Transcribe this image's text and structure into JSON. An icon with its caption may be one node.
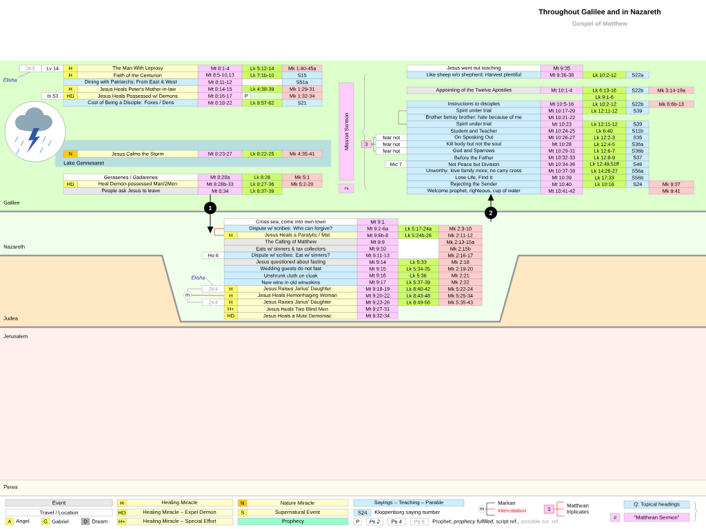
{
  "diagram": {
    "title": "Throughout Galilee and in Nazareth",
    "nodes": [
      {
        "text": [
          "Galilee"
        ]
      },
      {
        "text": [
          "Elisha"
        ],
        "in": 0
      },
      {
        "text": [
          "2K5"
        ],
        "in": 0
      },
      {
        "text": [
          "Lake Gennesaret"
        ],
        "in": 0
      },
      {
        "text": [
          "Mission Sermon"
        ],
        "in": 0
      },
      {
        "text": [
          "2"
        ],
        "in": 0
      },
      {
        "text": [
          "Spirit under trial"
        ],
        "in": 0
      },
      {
        "text": [
          "Spirit under trial"
        ],
        "in": 0
      },
      {
        "text": [
          "3"
        ],
        "in": 0
      },
      {
        "text": [
          "fear not"
        ],
        "in": 0
      },
      {
        "text": [
          "fear not"
        ],
        "in": 0
      },
      {
        "text": [
          "fear not"
        ],
        "in": 0
      },
      {
        "text": [
          "1"
        ]
      },
      {
        "text": [
          "2"
        ]
      },
      {
        "text": [
          "Nazareth"
        ]
      },
      {
        "text": [
          "Dispute w/ scribes: Who can forgive?"
        ],
        "in": 14
      },
      {
        "text": [
          "H"
        ],
        "in": 14
      },
      {
        "text": [
          "Elisha"
        ],
        "in": 14
      },
      {
        "text": [
          "2K4"
        ],
        "in": 14
      },
      {
        "text": [
          "m"
        ],
        "in": 14
      },
      {
        "text": [
          "H"
        ],
        "in": 14
      },
      {
        "text": [
          "2K4"
        ],
        "in": 14
      },
      {
        "text": [
          "Judea"
        ]
      },
      {
        "text": [
          "Jerusalem"
        ]
      },
      {
        "text": [
          "Perea"
        ]
      },
      {
        "text": [
          "Mt 8:34"
        ],
        "in": 0
      },
      {
        "text": [
          "Welcome prophet, righteous, cup of water"
        ],
        "in": 0
      }
    ],
    "edges": [
      {
        "from": 1,
        "to": 2,
        "arrow": "none",
        "color": "#7080b0"
      },
      {
        "from": 6,
        "to": 7,
        "arrow": "none",
        "color": "#aa5577"
      },
      {
        "from": 8,
        "to": 9,
        "arrow": "none",
        "color": "#aa5577"
      },
      {
        "from": 8,
        "to": 10,
        "arrow": "none",
        "color": "#aa5577"
      },
      {
        "from": 8,
        "to": 11,
        "arrow": "none",
        "color": "#aa5577"
      },
      {
        "from": 25,
        "to": 12,
        "arrow": "none",
        "color": "#000000"
      },
      {
        "from": 12,
        "to": null,
        "arrow": "to",
        "color": "#000000"
      },
      {
        "from": 13,
        "to": 26,
        "arrow": "to",
        "color": "#000000"
      },
      {
        "from": null,
        "to": 13,
        "arrow": "none",
        "color": "#000000"
      },
      {
        "from": 15,
        "to": 16,
        "arrow": "none",
        "color": "#ff0000"
      },
      {
        "from": 17,
        "to": 18,
        "arrow": "none",
        "color": "#7080b0"
      },
      {
        "from": 19,
        "to": 18,
        "arrow": "none",
        "color": "#999999"
      },
      {
        "from": 19,
        "to": 20,
        "arrow": "none",
        "color": "#ff0000"
      },
      {
        "from": 19,
        "to": 21,
        "arrow": "none",
        "color": "#999999"
      }
    ],
    "labels": [
      "Gospel of Matthew",
      "Lv 14",
      "H",
      "The Man With Leprosy",
      "Mt 8:1-4",
      "Lk 5:12-14",
      "Mk 1:40-45a",
      "H",
      "Faith of the Centurion",
      "Mt 8:5-10,13",
      "Lk 7:1b-10",
      "S15",
      "Dining with Patriarchs; From East & West",
      "Mt 8:11-12",
      "S51a",
      "H",
      "Jesus Heals Peter's Mother-in-law",
      "Mt 8:14-15",
      "Lk 4:38-39",
      "Mk 1:29-31",
      "Is 53",
      "HD",
      "Jesus Heals Possessed w/ Demons",
      "Mt 8:16-17",
      "P",
      "Mk 1:32-34",
      "Cost of Being a Disciple: Foxes / Dens",
      "Mt 8:18-22",
      "Lk 9:57-62",
      "S21",
      "N",
      "Jesus Calms the Storm",
      "Mt 8:23-27",
      "Lk 8:22-25",
      "Mk 4:35-41",
      "Gerasenes / Gadarenes",
      "Mt 8:28a",
      "Lk 8:26",
      "Mk 5:1",
      "HD",
      "Heal Demon-possessed Man/2Men",
      "Mt 8:28b-33",
      "Lk 8:27-36",
      "Mk 5:2-20",
      "People ask Jesus to leave",
      "Lk 8:37-39",
      "Jesus went out teaching",
      "Mt 9:35",
      "Like sheep w/o shepherd; Harvest plentiful",
      "Mt 9:36-38",
      "Lk 10:2-12",
      "S22a",
      "Appointing of the Twelve Apostles",
      "Mt 10:1-4",
      "Lk 6:13-16",
      "S22b",
      "Mk 3:14-19a",
      "Lk 9:1-6",
      "Instructions to disciples",
      "Mt 10:5-16",
      "Lk 10:2-12",
      "S22b",
      "Mk 6:6b-13",
      "Mt 10:17-20",
      "Lk 12:11-12",
      "S39",
      "Brother betray brother; hate because of me",
      "Mt 10:21-22",
      "Mt 10:23",
      "Lk 12:11-12",
      "S39",
      "Student and Teacher",
      "Mt 10:24-25",
      "Lk 6:40",
      "S11b",
      "On Speaking Out",
      "Mt 10:26-27",
      "Lk 12:2-3",
      "S35",
      "Kill body but not the soul",
      "Mt 10:28",
      "Lk 12:4-5",
      "S36a",
      "God and Sparrows",
      "Mt 10:29-31",
      "Lk 12:6-7",
      "S36b",
      "Before the Father",
      "Mt 10:32-33",
      "Lk 12:8-9",
      "S37",
      "Mic 7",
      "Not Peace but Division",
      "Mt 10:34-36",
      "Lk 12:49,51ff",
      "S46",
      "Unworthy: love family more; no carry cross",
      "Mt 10:37-38",
      "Lk 14:26-27",
      "S56a",
      "Lose Life, Find It",
      "Mt 10:39",
      "Lk 17:33",
      "S56b",
      "Rejecting the Sender",
      "Mt 10:40",
      "Lk 10:16",
      "S24",
      "Mk 9:37",
      "Mt 10:41-42",
      "Mk 9:41",
      "Cross sea; come into own town",
      "Mt 9:1",
      "Mt 9:2-6a",
      "Lk 5:17-24a",
      "Mk 2:3-10",
      "Jesus Heals a Paralytic / Mat",
      "Mt 9:6b-8",
      "Lk 5:24b-26",
      "Mk 2:11-12",
      "The Calling of Matthew",
      "Mt 9:9",
      "Mk 2:13-15a",
      "Eats w/ sinners & tax collectors",
      "Mt 9:10",
      "Mk 2:15b",
      "Ho 6",
      "Dispute w/ scribes: Eat w/ sinners?",
      "Mt 9:11-13",
      "Mk 2:16-17",
      "Jesus questioned about fasting",
      "Mt 9:14",
      "Lk 5:33",
      "Mk 2:18",
      "Wedding guests do not fast",
      "Mt 9:15",
      "Lk 5:34-35",
      "Mk 2:19-20",
      "Unshrunk cloth on cloak",
      "Mt 9:16",
      "Lk 5:36",
      "Mk 2:21",
      "New wine in old wineskins",
      "Mt 9:17",
      "Lk 5:37-39",
      "Mk 2:22",
      "H",
      "Jesus Raises Jarius' Daughter",
      "Mt 9:18-19",
      "Lk 8:40-42",
      "Mk 5:22-24",
      "Jesus Heals Hemorrhaging Woman",
      "Mt 9:20-22",
      "Lk 8:43-48",
      "Mk 5:25-34",
      "H",
      "Jesus Raises Jarius' Daughter",
      "Mt 9:23-26",
      "Lk 8:49-56",
      "Mk 5:35-43",
      "H+",
      "Jesus Heals Two Blind Men",
      "Mt 9:27-31",
      "HD",
      "Jesus Heals a Mute Demoniac",
      "Mt 9:32-34",
      "H",
      "N",
      "HD",
      "S",
      "S24",
      "Kloppenborg saying number",
      "A",
      "G",
      "D",
      "H+",
      "P",
      "Ps 2",
      "Ps 4",
      "Ps 6",
      "Prophet; *prophecy fulfilled*, script ref.,",
      "possible scr. ref.",
      "m",
      "Markan",
      "intercalation",
      "3",
      "Matthean triplicates",
      "#"
    ],
    "legend": [
      {
        "text": "Event",
        "color": "#e8e8e8"
      },
      {
        "text": "Healing Miracle",
        "color": "#ffffcc"
      },
      {
        "text": "Nature Miracle",
        "color": "#ffffcc"
      },
      {
        "text": "Sayings – Teaching – Parable",
        "color": "#cceeff"
      },
      {
        "text": "Travel / Location"
      },
      {
        "text": "Healing Miracle – Expel Demon",
        "color": "#ffffcc"
      },
      {
        "text": "Supernatural Event",
        "color": "#ffffcc"
      },
      {
        "text": "Angel",
        "color": "#ffff66"
      },
      {
        "text": "Gabriel",
        "color": "#ffff66"
      },
      {
        "text": "Dream",
        "color": "#b0b0b0"
      },
      {
        "text": "Healing Miracle – Special Effort",
        "color": "#ffffcc"
      },
      {
        "text": "Prophecy",
        "color": "#99ffcc"
      },
      {
        "text": "Q: Topical headings",
        "color": "#cceeff"
      },
      {
        "text": "\"Matthean Sermon\"",
        "color": "#ffccff"
      }
    ]
  }
}
